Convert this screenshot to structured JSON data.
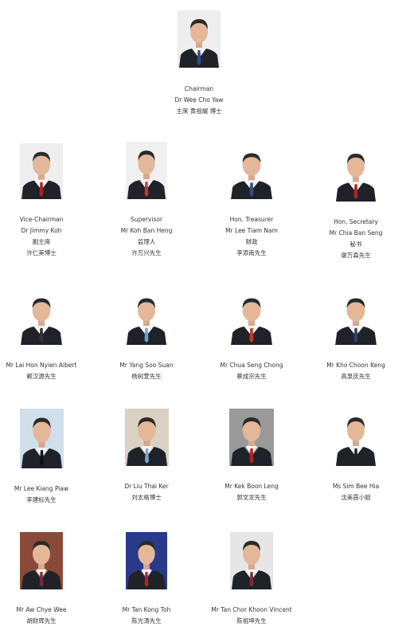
{
  "chairman": {
    "lines": [
      "Chairman",
      "Dr Wee Cho Yaw",
      "主席 黄祖耀 博士"
    ],
    "tie": "#2f4f8a",
    "bg": "#eeeeee"
  },
  "row1": [
    {
      "lines": [
        "Vice-Chairman",
        "Dr Jimmy Koh",
        "副主席",
        "许仁美博士"
      ],
      "tie": "#b22222",
      "bg": "#eeeeee"
    },
    {
      "lines": [
        "Supervisor",
        "Mr Koh Ban Heng",
        "监理人",
        "许万兴先生"
      ],
      "tie": "#c0392b",
      "bg": "#f0f0f0"
    },
    {
      "lines": [
        "Hon. Treasurer",
        "Mr Lee Tiam Nam",
        "财政",
        "李添南先生"
      ],
      "tie": "#3b4a7a",
      "bg": "#ffffff"
    },
    {
      "lines": [
        "Hon. Secretary",
        "Mr Chia Ban Seng",
        "秘书",
        "谢万森先生"
      ],
      "tie": "#b22222",
      "bg": "#ffffff"
    }
  ],
  "row2": [
    {
      "lines": [
        "Mr Lai Hon Nyien Albert",
        "赖汉源先生"
      ],
      "tie": "#333333",
      "bg": "#ffffff"
    },
    {
      "lines": [
        "Mr Yang Soo Suan",
        "杨树萱先生"
      ],
      "tie": "#6aa0d0",
      "bg": "#ffffff"
    },
    {
      "lines": [
        "Mr Chua Seng Chong",
        "蔡成宗先生"
      ],
      "tie": "#c0392b",
      "bg": "#ffffff"
    },
    {
      "lines": [
        "Mr Kho Choon Keng",
        "高泉庆先生"
      ],
      "tie": "#2f3f6a",
      "bg": "#ffffff"
    }
  ],
  "row3": [
    {
      "lines": [
        "Mr Lee Kiang Piaw",
        "李建标先生"
      ],
      "tie": "#111111",
      "bg": "#cfe0ea"
    },
    {
      "lines": [
        "Dr Liu Thai Ker",
        "刘太格博士"
      ],
      "tie": "#7aa7c7",
      "bg": "#d9d2c4"
    },
    {
      "lines": [
        "Mr Kek Boon Leng",
        "郭文龙先生"
      ],
      "tie": "#b22222",
      "bg": "#9a9a9a"
    },
    {
      "lines": [
        "Ms Sim Bee Hia",
        "沈美霞小姐"
      ],
      "tie": "#222222",
      "bg": "#ffffff"
    }
  ],
  "row4": [
    {
      "lines": [
        "Mr Aw Chye Wee",
        "胡财辉先生"
      ],
      "tie": "#7a2a3a",
      "bg": "#8a4a3a"
    },
    {
      "lines": [
        "Mr Tan Kong Toh",
        "陈光涛先生"
      ],
      "tie": "#b22222",
      "bg": "#2a3a8a"
    },
    {
      "lines": [
        "Mr Tan Chor Khoon Vincent",
        "陈祖坤先生"
      ],
      "tie": "#7a2a3a",
      "bg": "#e6e6e6"
    }
  ]
}
